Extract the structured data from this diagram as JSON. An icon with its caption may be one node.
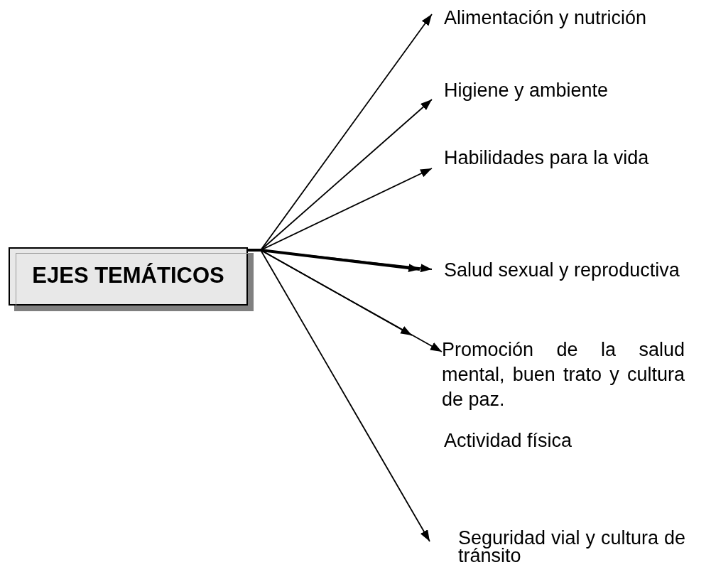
{
  "diagram": {
    "nodes": [
      {
        "text": [
          "EJES TEMÁTICOS"
        ]
      },
      {
        "text": [
          "Alimentación y nutrición"
        ]
      },
      {
        "text": [
          "Higiene y ambiente"
        ]
      },
      {
        "text": [
          "Habilidades para la vida"
        ]
      },
      {
        "text": [
          "Salud sexual y reproductiva"
        ]
      },
      {
        "text": [
          "Promoción de la salud mental, buen trato y cultura de paz."
        ]
      },
      {
        "text": [
          "Seguridad vial y cultura de tránsito"
        ]
      }
    ],
    "edges": [
      {
        "from": 0,
        "to": 1,
        "arrow": "to"
      },
      {
        "from": 0,
        "to": 2,
        "arrow": "to"
      },
      {
        "from": 0,
        "to": 3,
        "arrow": "to"
      },
      {
        "from": 0,
        "to": 4,
        "arrow": "to",
        "style": "thick"
      },
      {
        "from": 0,
        "to": 4,
        "arrow": "to"
      },
      {
        "from": 0,
        "to": 5,
        "arrow": "to"
      },
      {
        "from": 0,
        "to": 5,
        "arrow": "to"
      },
      {
        "from": 0,
        "to": 6,
        "arrow": "to"
      }
    ],
    "labels": [
      "Actividad física"
    ]
  }
}
